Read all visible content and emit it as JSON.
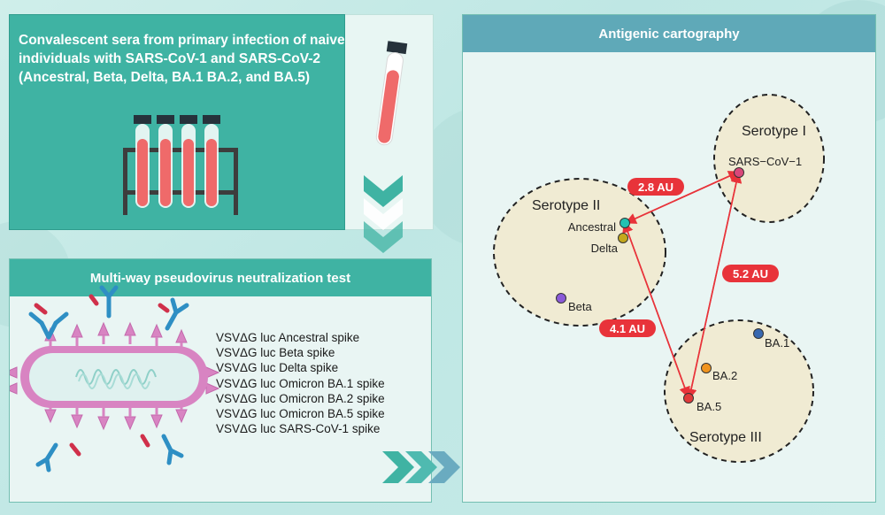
{
  "sera_panel": {
    "text": "Convalescent sera from primary infection of naive individuals with SARS-CoV-1 and SARS-CoV-2 (Ancestral, Beta, Delta, BA.1 BA.2, and BA.5)"
  },
  "pvnt_panel": {
    "title": "Multi-way pseudovirus neutralization test",
    "spikes": [
      "VSVΔG luc Ancestral spike",
      "VSVΔG luc Beta spike",
      "VSVΔG luc Delta spike",
      "VSVΔG luc Omicron BA.1 spike",
      "VSVΔG luc Omicron BA.2 spike",
      "VSVΔG luc Omicron BA.5 spike",
      "VSVΔG luc SARS-CoV-1 spike"
    ]
  },
  "cartography_panel": {
    "title": "Antigenic cartography",
    "serotypes": [
      "Serotype I",
      "Serotype II",
      "Serotype III"
    ],
    "points": [
      {
        "label": "SARS−CoV−1",
        "color": "#d9477a"
      },
      {
        "label": "Ancestral",
        "color": "#22c2b2"
      },
      {
        "label": "Delta",
        "color": "#c4a81c"
      },
      {
        "label": "Beta",
        "color": "#8a5ad8"
      },
      {
        "label": "BA.1",
        "color": "#3868b0"
      },
      {
        "label": "BA.2",
        "color": "#f0941e"
      },
      {
        "label": "BA.5",
        "color": "#e03a3a"
      }
    ],
    "distances": [
      "2.8 AU",
      "5.2 AU",
      "4.1 AU"
    ],
    "accent_color": "#e8333a"
  }
}
